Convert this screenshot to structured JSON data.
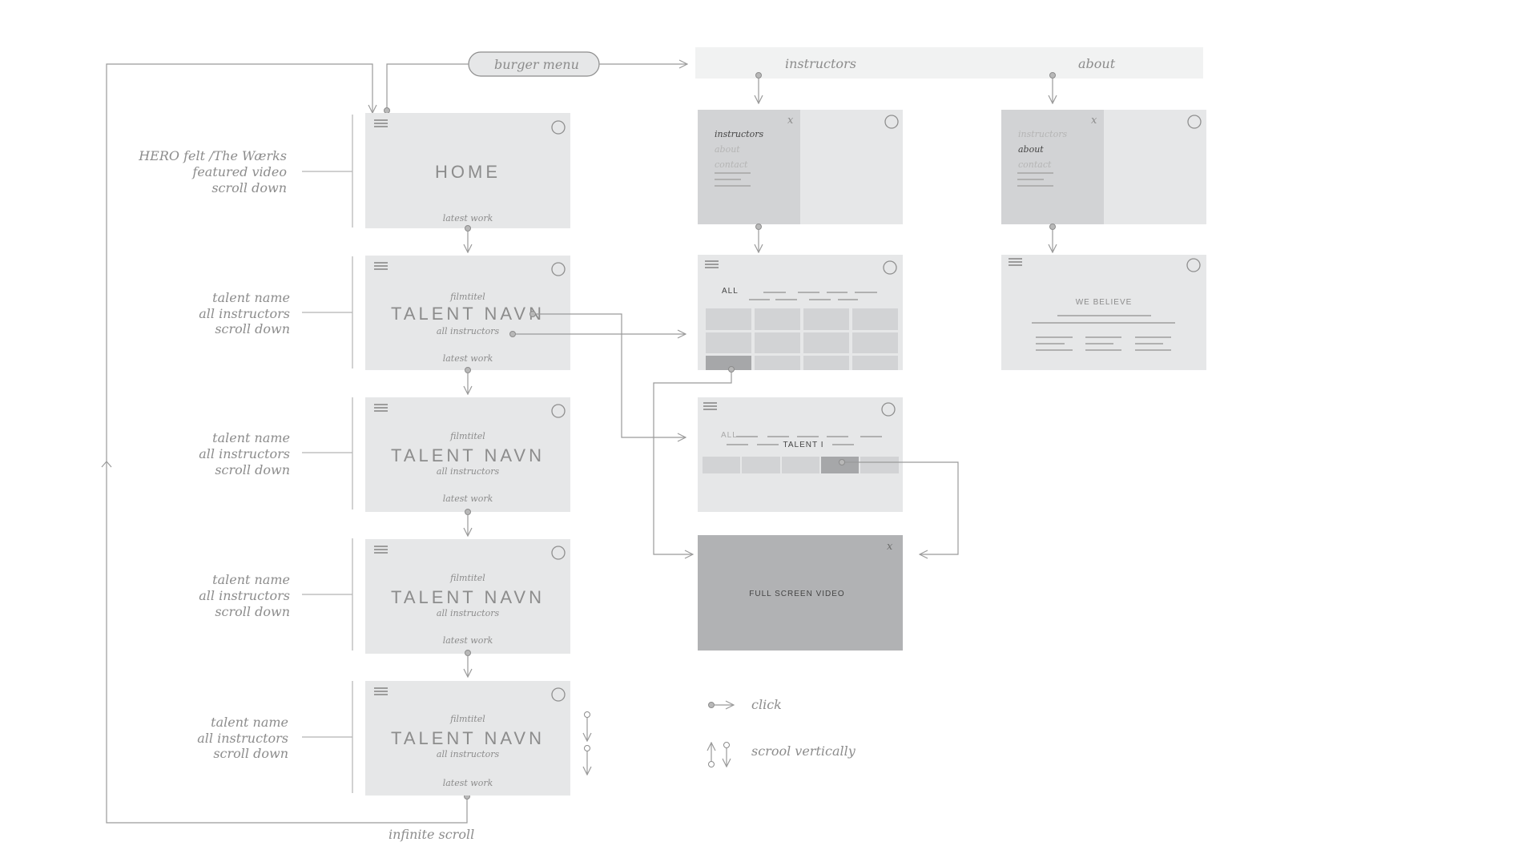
{
  "nav": {
    "burger_menu": "burger menu",
    "instructors": "instructors",
    "about": "about"
  },
  "left_notes": [
    [
      "HERO felt /The Wærks",
      "featured  video",
      "scroll down"
    ],
    [
      "talent name",
      "all instructors",
      "scroll down"
    ],
    [
      "talent name",
      "all instructors",
      "scroll down"
    ],
    [
      "talent name",
      "all instructors",
      "scroll down"
    ],
    [
      "talent name",
      "all instructors",
      "scroll down"
    ]
  ],
  "home_screen": {
    "title": "HOME",
    "latest_work": "latest work"
  },
  "talent_screens": [
    {
      "filmtitel": "filmtitel",
      "title": "TALENT NAVN",
      "all_instructors": "all instructors",
      "latest_work": "latest work"
    },
    {
      "filmtitel": "filmtitel",
      "title": "TALENT NAVN",
      "all_instructors": "all instructors",
      "latest_work": "latest work"
    },
    {
      "filmtitel": "filmtitel",
      "title": "TALENT NAVN",
      "all_instructors": "all instructors",
      "latest_work": "latest work"
    },
    {
      "filmtitel": "filmtitel",
      "title": "TALENT NAVN",
      "all_instructors": "all instructors",
      "latest_work": "latest work"
    }
  ],
  "infinite_scroll": "infinite scroll",
  "menu_instructors": {
    "close": "x",
    "items": [
      "instructors",
      "about",
      "contact"
    ]
  },
  "menu_about": {
    "close": "x",
    "items": [
      "instructors",
      "about",
      "contact"
    ]
  },
  "grid_screen": {
    "all": "ALL"
  },
  "talent_detail": {
    "all": "ALL",
    "talent": "TALENT I"
  },
  "fullscreen": {
    "close": "x",
    "label": "FULL SCREEN VIDEO"
  },
  "about_screen": {
    "heading": "WE BELIEVE"
  },
  "legend": {
    "click": "click",
    "scroll": "scrool vertically"
  }
}
